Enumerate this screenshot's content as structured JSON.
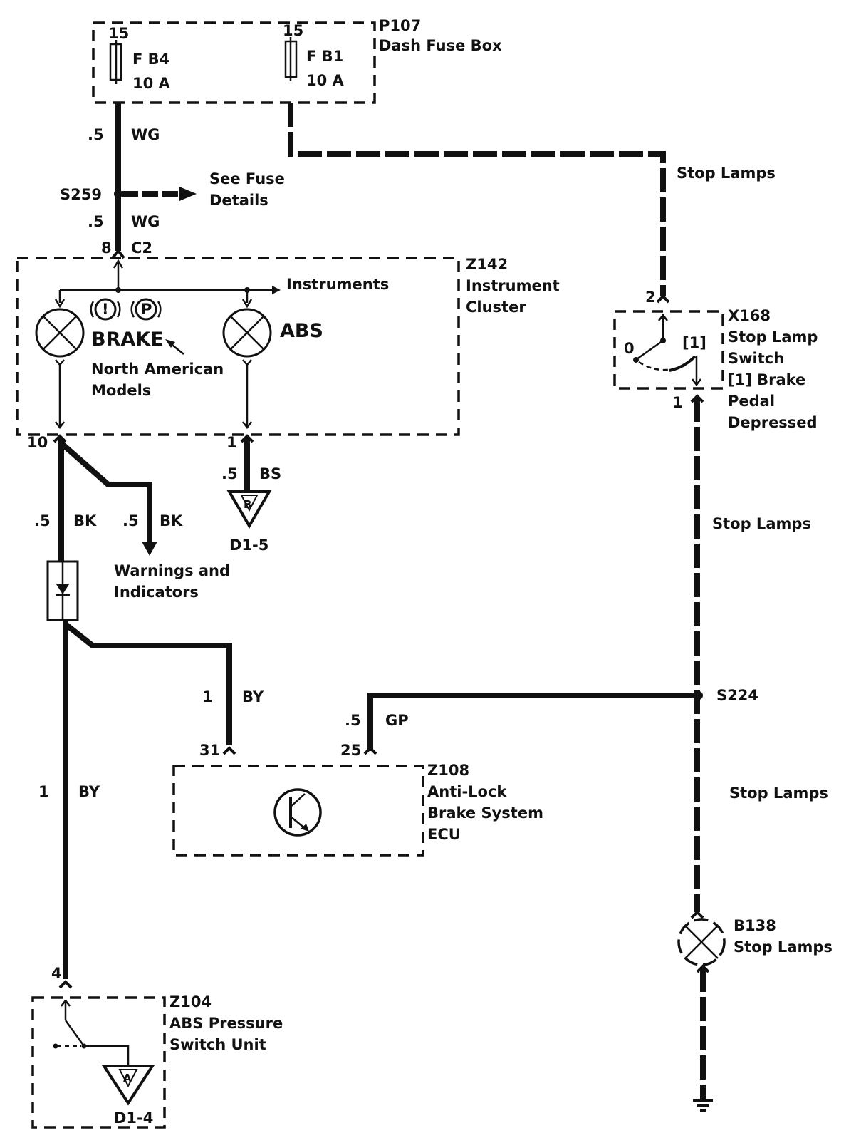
{
  "fuse_box": {
    "id": "P107",
    "name": "Dash Fuse Box",
    "fuse1": {
      "circuit": "15",
      "name": "F B4",
      "rating": "10 A"
    },
    "fuse2": {
      "circuit": "15",
      "name": "F B1",
      "rating": "10 A"
    }
  },
  "wire_wg_1": {
    "size": ".5",
    "color": "WG"
  },
  "splice_s259": {
    "id": "S259",
    "note_line1": "See Fuse",
    "note_line2": "Details"
  },
  "wire_wg_2": {
    "size": ".5",
    "color": "WG"
  },
  "connector_c2": {
    "pin": "8",
    "name": "C2"
  },
  "instrument_cluster": {
    "id": "Z142",
    "name_line1": "Instrument",
    "name_line2": "Cluster",
    "instruments_label": "Instruments",
    "brake_label": "BRAKE",
    "brake_symbol1": "!",
    "brake_symbol2": "P",
    "abs_label": "ABS",
    "na_line1": "North American",
    "na_line2": "Models",
    "pin_brake_out": "10",
    "pin_abs_out": "1"
  },
  "wire_bs": {
    "size": ".5",
    "color": "BS"
  },
  "ground_b": {
    "letter": "B",
    "ref": "D1-5"
  },
  "wire_bk_1": {
    "size": ".5",
    "color": "BK"
  },
  "wire_bk_2": {
    "size": ".5",
    "color": "BK"
  },
  "warnings": {
    "line1": "Warnings and",
    "line2": "Indicators"
  },
  "wire_by_1": {
    "size": "1",
    "color": "BY"
  },
  "wire_by_2": {
    "size": "1",
    "color": "BY"
  },
  "wire_gp": {
    "size": ".5",
    "color": "GP"
  },
  "abs_ecu": {
    "id": "Z108",
    "line1": "Anti-Lock",
    "line2": "Brake System",
    "line3": "ECU",
    "pin_a": "31",
    "pin_b": "25"
  },
  "pressure_switch": {
    "id": "Z104",
    "line1": "ABS Pressure",
    "line2": "Switch Unit",
    "pin": "4",
    "ground_letter": "A",
    "ground_ref": "D1-4"
  },
  "stop_lamps_label_1": "Stop Lamps",
  "stop_lamp_switch": {
    "id": "X168",
    "line1": "Stop Lamp",
    "line2": "Switch",
    "line3": "[1]  Brake",
    "line4": "Pedal",
    "line5": "Depressed",
    "pos_0": "0",
    "pos_1": "[1]",
    "pin_in": "2",
    "pin_out": "1"
  },
  "stop_lamps_label_2": "Stop Lamps",
  "splice_s224": {
    "id": "S224"
  },
  "stop_lamps_label_3": "Stop Lamps",
  "stop_lamps_bulb": {
    "id": "B138",
    "name": "Stop Lamps"
  }
}
